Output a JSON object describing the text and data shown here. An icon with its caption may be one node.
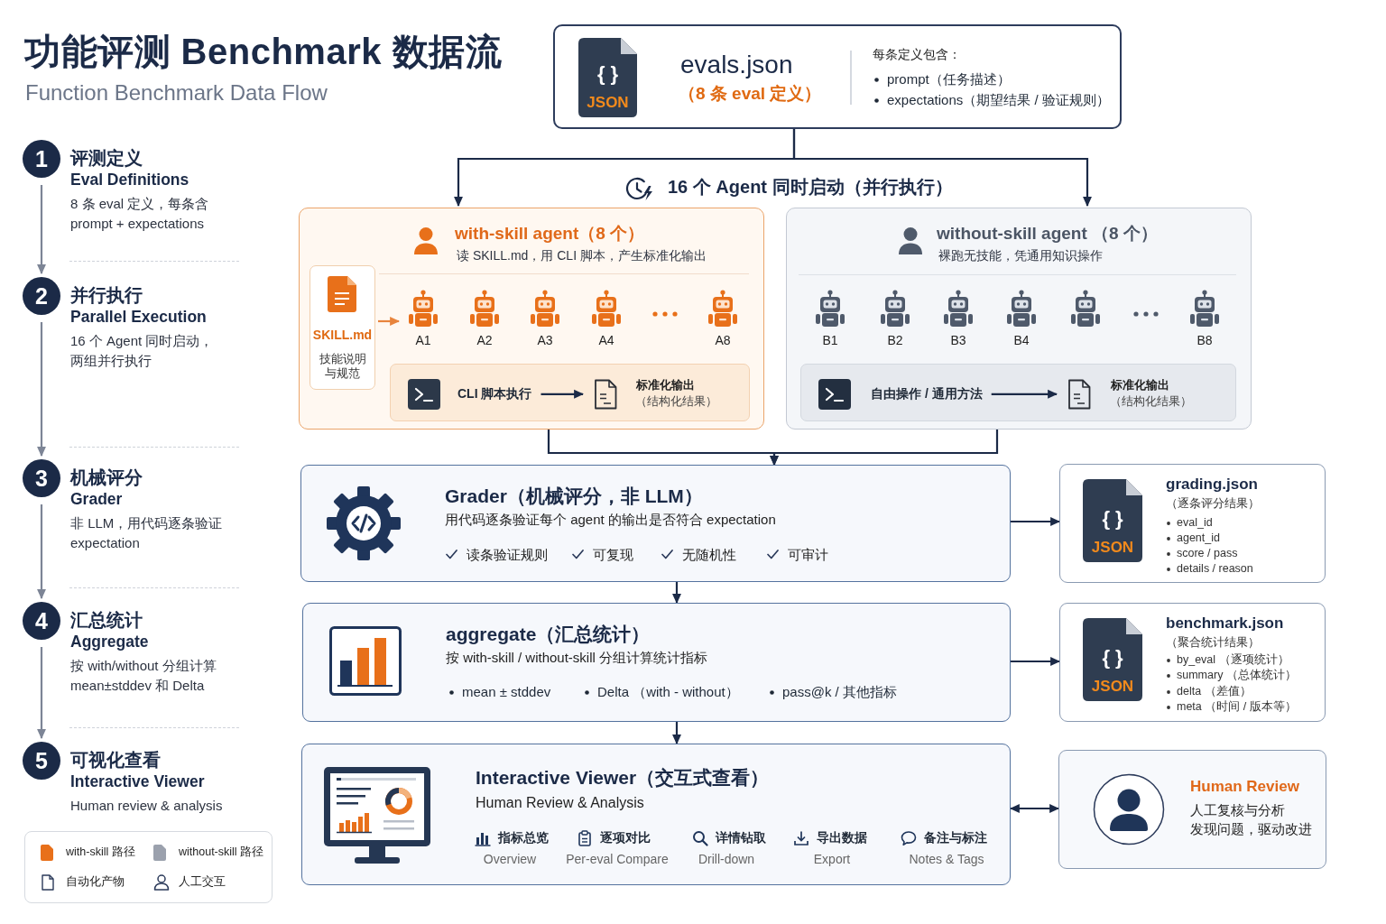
{
  "diagram": {
    "title": "功能评测 Benchmark 数据流",
    "nodes": [
      {
        "text": [
          "1"
        ],
        "beside": [
          "评测定义",
          "Eval Definitions",
          "8 条 eval 定义，每条含 prompt + expectations"
        ]
      },
      {
        "text": [
          "2"
        ],
        "beside": [
          "并行执行",
          "Parallel Execution",
          "16 个 Agent 同时启动，两组并行执行"
        ]
      },
      {
        "text": [
          "3"
        ],
        "beside": [
          "机械评分",
          "Grader",
          "非 LLM，用代码逐条验证 expectation"
        ]
      },
      {
        "text": [
          "4"
        ],
        "beside": [
          "汇总统计",
          "Aggregate",
          "按 with/without 分组计算 mean±stddev 和 Delta"
        ]
      },
      {
        "text": [
          "5"
        ],
        "beside": [
          "可视化查看",
          "Interactive Viewer",
          "Human review & analysis"
        ]
      },
      {
        "text": [
          "evals.json",
          "（8 条 eval 定义）",
          "每条定义包含：",
          "prompt（任务描述）",
          "expectations（期望结果 / 验证规则）"
        ]
      },
      {
        "text": [
          "{ }",
          "JSON"
        ],
        "in": 5
      },
      {
        "text": [
          "with-skill agent（8 个）",
          "读 SKILL.md，用 CLI 脚本，产生标准化输出"
        ]
      },
      {
        "text": [
          "SKILL.md",
          "技能说明与规范"
        ],
        "in": 7
      },
      {
        "text": [],
        "shape": "picture",
        "beside": [
          "A1"
        ],
        "in": 7
      },
      {
        "text": [],
        "shape": "picture",
        "beside": [
          "A2"
        ],
        "in": 7
      },
      {
        "text": [],
        "shape": "picture",
        "beside": [
          "A3"
        ],
        "in": 7
      },
      {
        "text": [],
        "shape": "picture",
        "beside": [
          "A4"
        ],
        "in": 7
      },
      {
        "text": [],
        "shape": "picture",
        "beside": [
          "A8"
        ],
        "in": 7
      },
      {
        "text": [],
        "shape": "box",
        "in": 7
      },
      {
        "text": [
          "CLI 脚本执行"
        ],
        "in": 14
      },
      {
        "text": [
          "标准化输出",
          "（结构化结果）"
        ],
        "in": 14
      },
      {
        "text": [
          "without-skill agent （8 个）",
          "裸跑无技能，凭通用知识操作"
        ]
      },
      {
        "text": [],
        "shape": "picture",
        "beside": [
          "B1"
        ],
        "in": 17
      },
      {
        "text": [],
        "shape": "picture",
        "beside": [
          "B2"
        ],
        "in": 17
      },
      {
        "text": [],
        "shape": "picture",
        "beside": [
          "B3"
        ],
        "in": 17
      },
      {
        "text": [],
        "shape": "picture",
        "beside": [
          "B4"
        ],
        "in": 17
      },
      {
        "text": [],
        "shape": "picture",
        "in": 17
      },
      {
        "text": [],
        "shape": "picture",
        "beside": [
          "B8"
        ],
        "in": 17
      },
      {
        "text": [],
        "shape": "box",
        "in": 17
      },
      {
        "text": [
          "自由操作 / 通用方法"
        ],
        "in": 24
      },
      {
        "text": [
          "标准化输出",
          "（结构化结果）"
        ],
        "in": 24
      },
      {
        "text": [
          "Grader（机械评分，非 LLM）",
          "用代码逐条验证每个 agent 的输出是否符合 expectation",
          "读条验证规则",
          "可复现",
          "无随机性",
          "可审计"
        ]
      },
      {
        "text": [
          "grading.json",
          "（逐条评分结果）",
          "eval_id",
          "agent_id",
          "score / pass",
          "details / reason"
        ]
      },
      {
        "text": [
          "{ }",
          "JSON"
        ],
        "in": 28
      },
      {
        "text": [
          "aggregate（汇总统计）",
          "按 with-skill / without-skill 分组计算统计指标",
          "mean ± stddev",
          "Delta （with - without）",
          "pass@k / 其他指标"
        ]
      },
      {
        "text": [
          "benchmark.json",
          "（聚合统计结果）",
          "by_eval （逐项统计）",
          "summary （总体统计）",
          "delta （差值）",
          "meta （时间 / 版本等）"
        ]
      },
      {
        "text": [
          "{ }",
          "JSON"
        ],
        "in": 31
      },
      {
        "text": [
          "Interactive Viewer（交互式查看）",
          "Human Review & Analysis",
          "指标总览",
          "Overview",
          "逐项对比",
          "Per-eval Compare",
          "详情钻取",
          "Drill-down",
          "导出数据",
          "Export",
          "备注与标注",
          "Notes & Tags"
        ]
      },
      {
        "text": [
          "Human Review",
          "人工复核与分析",
          "发现问题，驱动改进"
        ]
      }
    ],
    "edges": [
      {
        "from": 0,
        "to": 1,
        "arrow": "to",
        "color": "#7d8596"
      },
      {
        "from": 1,
        "to": 2,
        "arrow": "to",
        "color": "#7d8596"
      },
      {
        "from": 2,
        "to": 3,
        "arrow": "to",
        "color": "#7d8596"
      },
      {
        "from": 3,
        "to": 4,
        "arrow": "to",
        "color": "#7d8596"
      },
      {
        "from": 5,
        "to": 7,
        "arrow": "to"
      },
      {
        "from": 5,
        "to": 17,
        "arrow": "to"
      },
      {
        "from": 8,
        "to": 9,
        "arrow": "to",
        "color": "#e8843c"
      },
      {
        "from": 15,
        "to": 16,
        "arrow": "to"
      },
      {
        "from": 25,
        "to": 26,
        "arrow": "to"
      },
      {
        "from": 7,
        "to": 27,
        "arrow": "to"
      },
      {
        "from": 17,
        "to": 27,
        "arrow": "to"
      },
      {
        "from": 27,
        "to": 28,
        "arrow": "to"
      },
      {
        "from": 27,
        "to": 30,
        "arrow": "to"
      },
      {
        "from": 30,
        "to": 31,
        "arrow": "to"
      },
      {
        "from": 30,
        "to": 33,
        "arrow": "to"
      },
      {
        "from": 33,
        "to": 34,
        "arrow": "both"
      }
    ],
    "labels": [
      "Function Benchmark Data Flow",
      "16 个 Agent 同时启动（并行执行）"
    ],
    "legend": [
      {
        "text": "with-skill 路径",
        "color": "#e8701a"
      },
      {
        "text": "without-skill 路径",
        "color": "#9ba1ad"
      },
      {
        "text": "自动化产物"
      },
      {
        "text": "人工交互"
      }
    ]
  }
}
